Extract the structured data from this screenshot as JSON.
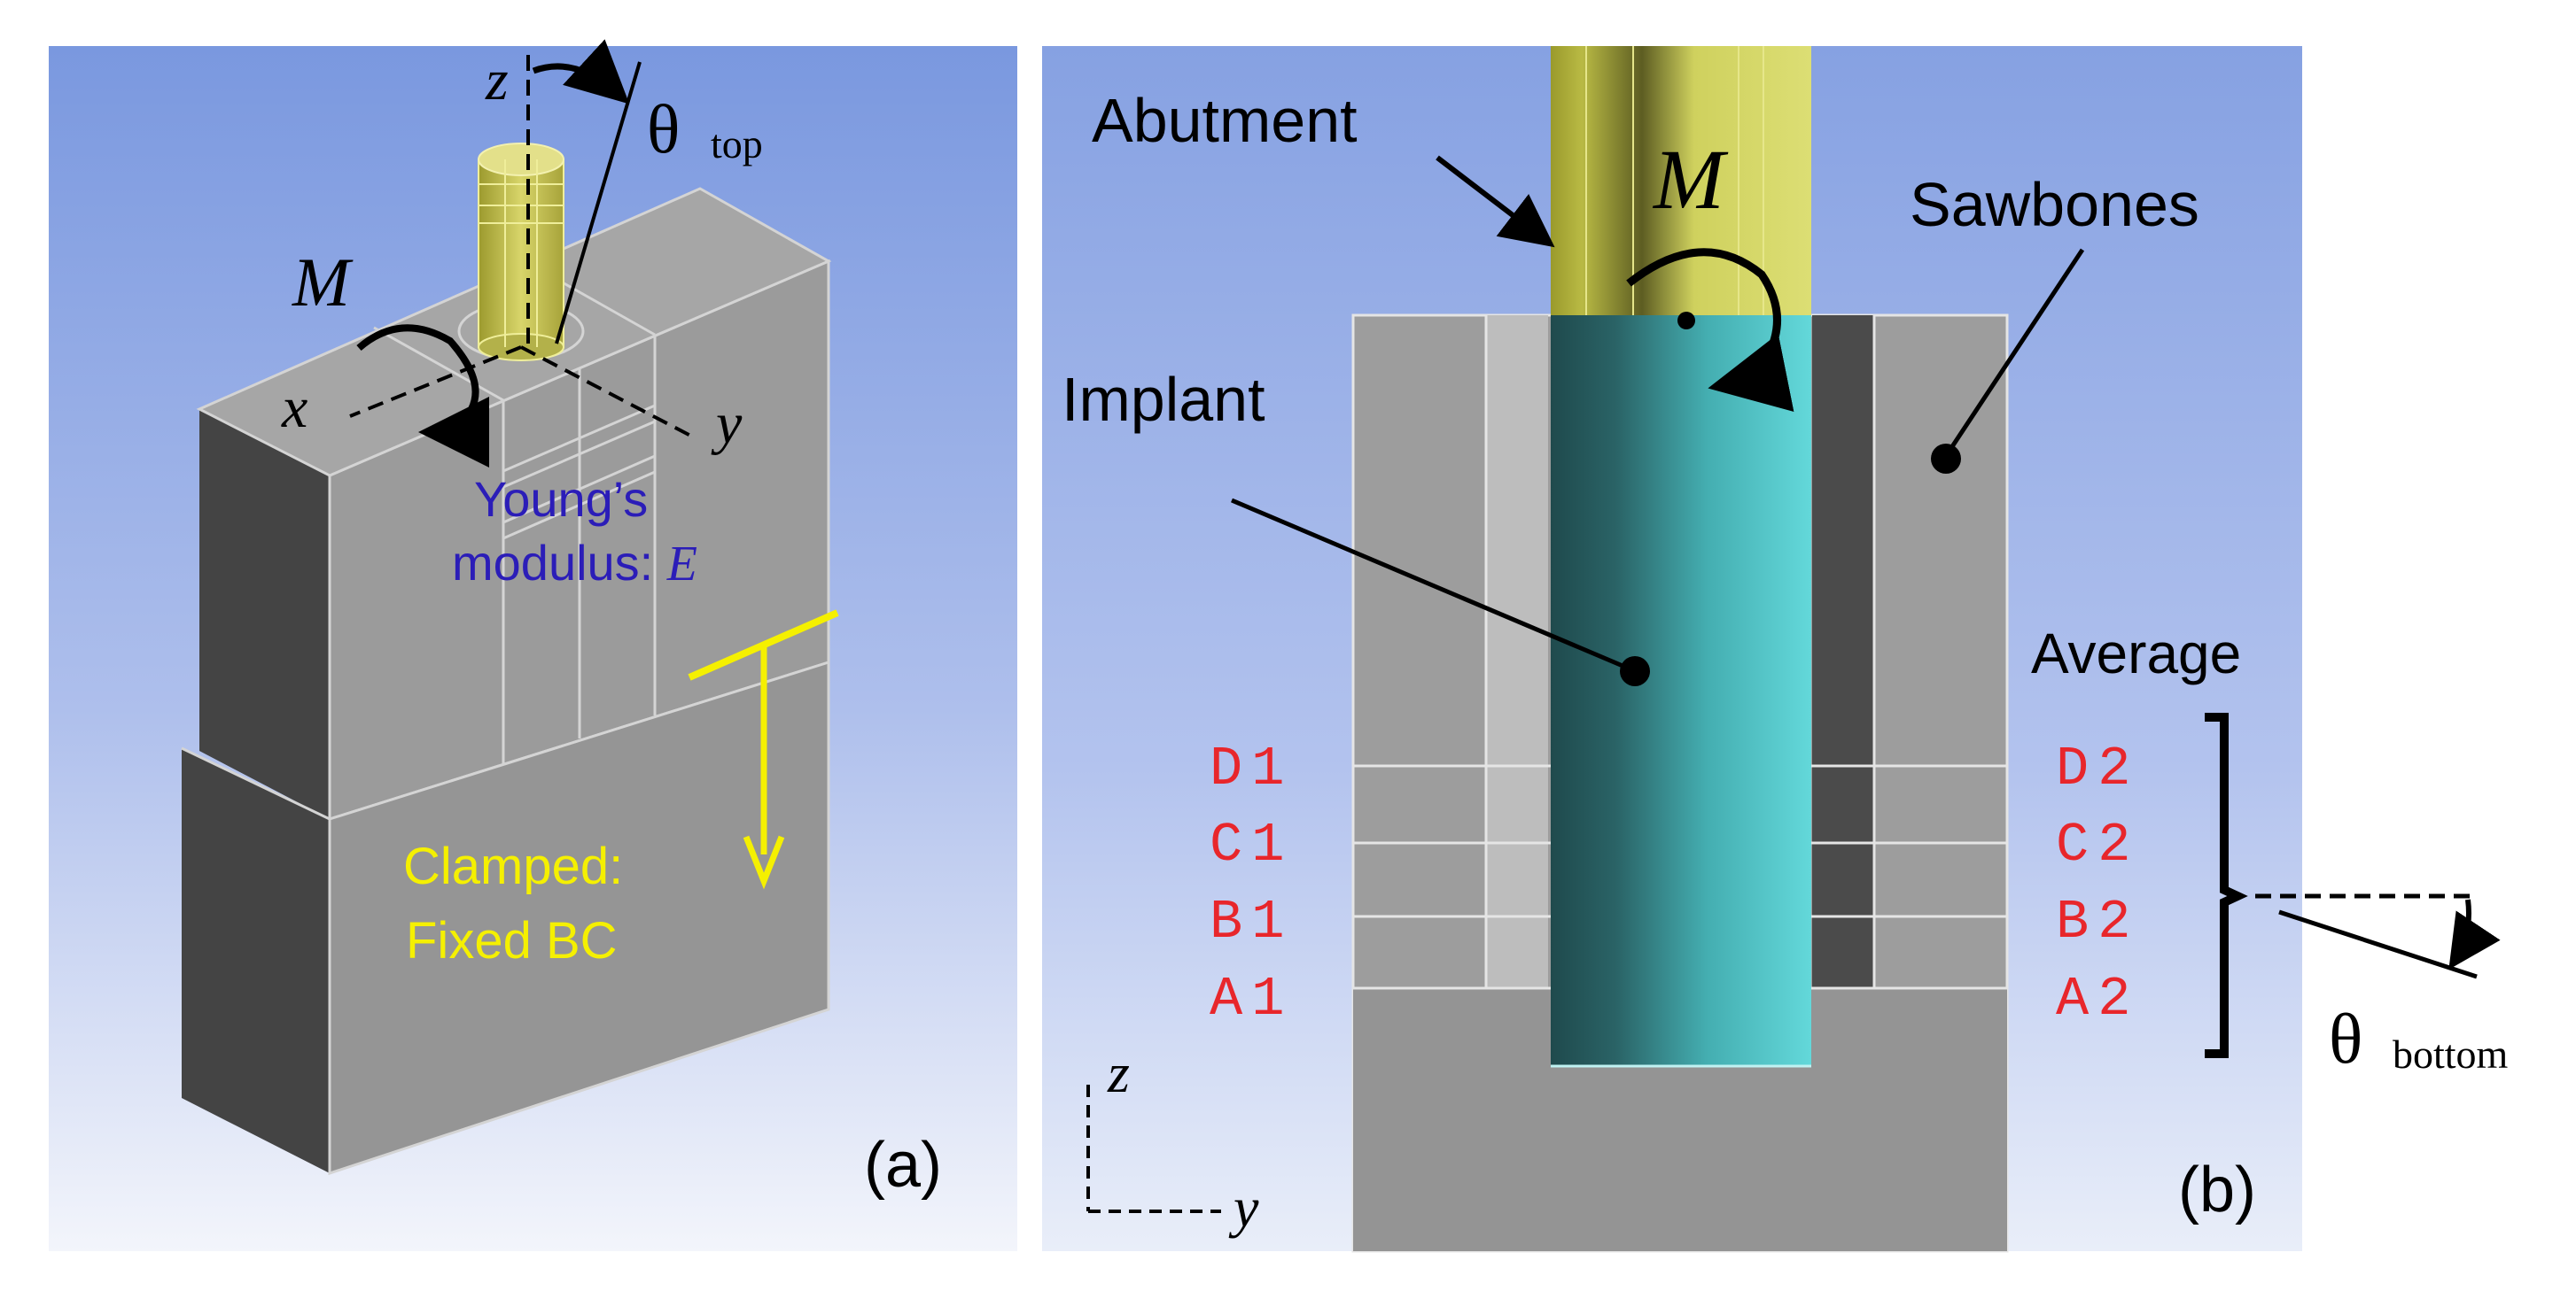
{
  "colors": {
    "gradient_top": "#7b9ae0",
    "gradient_bottom": "#f2f4fb",
    "block_gray": "#9b9b9b",
    "block_dark": "#444444",
    "abutment_yellow": "#d6d86a",
    "implant_cyan": "#52c6c8",
    "implant_dark": "#244f52",
    "label_blue": "#2b1db8",
    "label_yellow": "#f5f000",
    "label_red": "#e8262b"
  },
  "panel_a": {
    "axis_z": "z",
    "axis_x": "x",
    "axis_y": "y",
    "moment": "M",
    "theta": "θ",
    "theta_sub": "top",
    "young_line1": "Young’s",
    "young_line2": "modulus: ",
    "young_symbol": "E",
    "clamped_line1": "Clamped:",
    "clamped_line2": "Fixed BC",
    "panel_label": "(a)"
  },
  "panel_b": {
    "abutment": "Abutment",
    "moment": "M",
    "sawbones": "Sawbones",
    "implant": "Implant",
    "average": "Average",
    "left_labels": [
      "D1",
      "C1",
      "B1",
      "A1"
    ],
    "right_labels": [
      "D2",
      "C2",
      "B2",
      "A2"
    ],
    "theta": "θ",
    "theta_sub": "bottom",
    "axis_z": "z",
    "axis_y": "y",
    "panel_label": "(b)"
  }
}
